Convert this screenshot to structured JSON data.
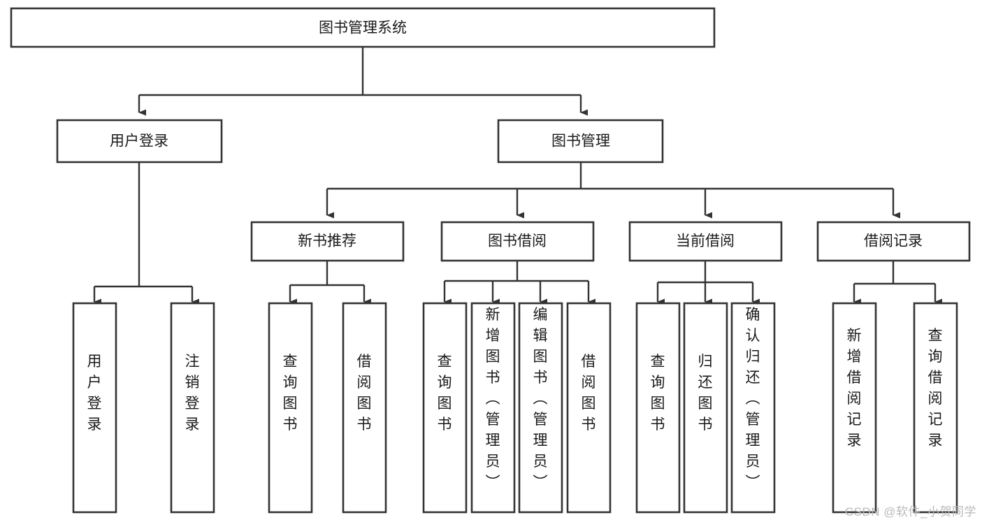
{
  "diagram": {
    "type": "tree-hierarchy",
    "title": "图书管理系统",
    "watermark": "CSDN @软件_小贺同学",
    "colors": {
      "box_stroke": "#333333",
      "box_fill": "#ffffff",
      "text": "#1a1a1a",
      "watermark": "#b9b9b9"
    },
    "nodes": {
      "root": {
        "label": "图书管理系统",
        "level": 0
      },
      "level1": [
        {
          "id": "user-login",
          "label": "用户登录"
        },
        {
          "id": "book-management",
          "label": "图书管理"
        }
      ],
      "level2": [
        {
          "id": "new-book-recommend",
          "label": "新书推荐",
          "parent": "book-management"
        },
        {
          "id": "book-borrow",
          "label": "图书借阅",
          "parent": "book-management"
        },
        {
          "id": "current-borrow",
          "label": "当前借阅",
          "parent": "book-management"
        },
        {
          "id": "borrow-record",
          "label": "借阅记录",
          "parent": "book-management"
        }
      ],
      "leaves": {
        "user-login": [
          {
            "id": "leaf-user-login",
            "label": "用户登录"
          },
          {
            "id": "leaf-logout",
            "label": "注销登录"
          }
        ],
        "new-book-recommend": [
          {
            "id": "leaf-query-book-1",
            "label": "查询图书"
          },
          {
            "id": "leaf-borrow-book-1",
            "label": "借阅图书"
          }
        ],
        "book-borrow": [
          {
            "id": "leaf-query-book-2",
            "label": "查询图书"
          },
          {
            "id": "leaf-add-book",
            "label": "新增图书（管理员）"
          },
          {
            "id": "leaf-edit-book",
            "label": "编辑图书（管理员）"
          },
          {
            "id": "leaf-borrow-book-2",
            "label": "借阅图书"
          }
        ],
        "current-borrow": [
          {
            "id": "leaf-query-book-3",
            "label": "查询图书"
          },
          {
            "id": "leaf-return-book",
            "label": "归还图书"
          },
          {
            "id": "leaf-confirm-return",
            "label": "确认归还（管理员）"
          }
        ],
        "borrow-record": [
          {
            "id": "leaf-add-record",
            "label": "新增借阅记录"
          },
          {
            "id": "leaf-query-record",
            "label": "查询借阅记录"
          }
        ]
      }
    }
  }
}
